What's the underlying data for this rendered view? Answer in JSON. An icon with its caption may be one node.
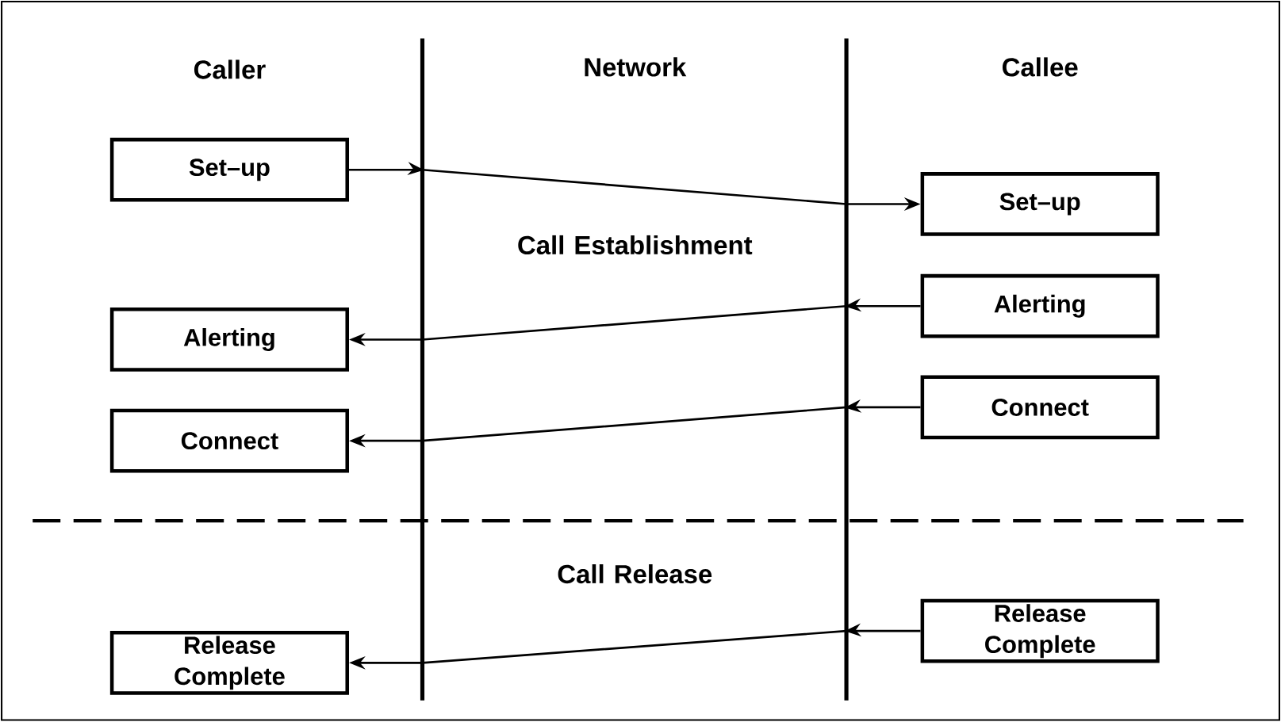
{
  "diagram": {
    "nodes": [
      {
        "text": [
          "Set–up"
        ]
      },
      {
        "text": [
          "Set–up"
        ]
      },
      {
        "text": [
          "Alerting"
        ]
      },
      {
        "text": [
          "Alerting"
        ]
      },
      {
        "text": [
          "Connect"
        ]
      },
      {
        "text": [
          "Connect"
        ]
      },
      {
        "text": [
          "Release Complete"
        ]
      },
      {
        "text": [
          "Release Complete"
        ]
      }
    ],
    "edges": [
      {
        "from": 0,
        "to": 1,
        "arrow": "to"
      },
      {
        "from": 2,
        "to": 3,
        "arrow": "to"
      },
      {
        "from": 4,
        "to": 5,
        "arrow": "to"
      },
      {
        "from": 6,
        "to": 7,
        "arrow": "to"
      }
    ],
    "labels": [
      "Caller",
      "Network",
      "Callee",
      "Call Establishment",
      "Call Release"
    ]
  }
}
